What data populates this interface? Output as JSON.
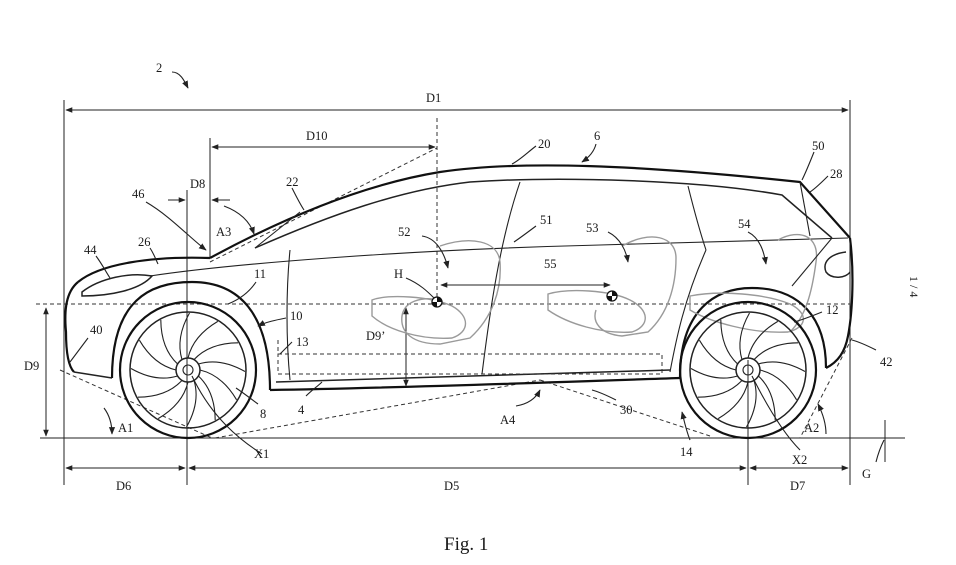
{
  "figure": {
    "caption": "Fig. 1",
    "sheet": "1 / 4"
  },
  "labels": {
    "ref_2": "2",
    "D1": "D1",
    "D10": "D10",
    "ref_20": "20",
    "ref_6": "6",
    "ref_50": "50",
    "ref_28": "28",
    "ref_22": "22",
    "D8": "D8",
    "ref_46": "46",
    "A3": "A3",
    "ref_26": "26",
    "ref_44": "44",
    "ref_52": "52",
    "ref_51": "51",
    "ref_53": "53",
    "ref_54": "54",
    "ref_55": "55",
    "H": "H",
    "ref_11": "11",
    "ref_10": "10",
    "ref_13": "13",
    "D9prime": "D9’",
    "ref_12": "12",
    "ref_40": "40",
    "D9": "D9",
    "ref_42": "42",
    "A1": "A1",
    "ref_8": "8",
    "ref_4": "4",
    "A4": "A4",
    "ref_30": "30",
    "ref_14": "14",
    "A2": "A2",
    "X1": "X1",
    "X2": "X2",
    "D6": "D6",
    "D5": "D5",
    "D7": "D7",
    "G": "G"
  }
}
